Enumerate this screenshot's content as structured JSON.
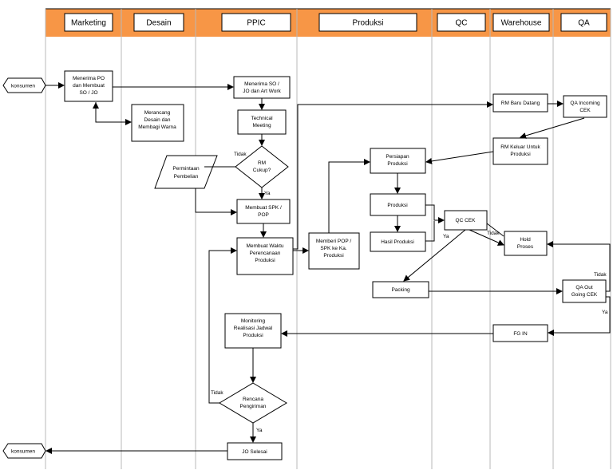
{
  "lanes": [
    {
      "id": "marketing",
      "label": "Marketing"
    },
    {
      "id": "desain",
      "label": "Desain"
    },
    {
      "id": "ppic",
      "label": "PPIC"
    },
    {
      "id": "produksi",
      "label": "Produksi"
    },
    {
      "id": "qc",
      "label": "QC"
    },
    {
      "id": "warehouse",
      "label": "Warehouse"
    },
    {
      "id": "qa",
      "label": "QA"
    }
  ],
  "terminals": {
    "konsumen_in": "konsumen",
    "konsumen_out": "konsumen"
  },
  "nodes": {
    "terima_po": [
      "Menerima PO",
      "dan Membuat",
      "SO / JO"
    ],
    "rancang_desain": [
      "Merancang",
      "Desain dan",
      "Membagi Warna"
    ],
    "terima_so": [
      "Menerima SO /",
      "JO dan Art Work"
    ],
    "technical_meeting": [
      "Technical",
      "Meeting"
    ],
    "rm_cukup": [
      "RM",
      "Cukup?"
    ],
    "permintaan_pembelian": [
      "Permintaan",
      "Pembelian"
    ],
    "buat_spk": [
      "Membuat SPK /",
      "POP"
    ],
    "buat_waktu": [
      "Membuat Waktu",
      "Perencanaan",
      "Produksi"
    ],
    "monitoring": [
      "Monitoring",
      "Realisasi Jadwal",
      "Produksi"
    ],
    "rencana_pengiriman": [
      "Rencana",
      "Pengiriman"
    ],
    "jo_selesai": [
      "JO Selesai"
    ],
    "beri_pop": [
      "Memberi POP /",
      "SPK ke Ka.",
      "Produksi"
    ],
    "persiapan": [
      "Persiapan",
      "Produksi"
    ],
    "produksi": [
      "Produksi"
    ],
    "hasil_produksi": [
      "Hasil Produksi"
    ],
    "packing": [
      "Packing"
    ],
    "qc_cek": [
      "QC CEK"
    ],
    "hold_proses": [
      "Hold",
      "Proses"
    ],
    "rm_datang": [
      "RM Baru Datang"
    ],
    "rm_keluar": [
      "RM Keluar Untuk",
      "Produksi"
    ],
    "fg_in": [
      "FG IN"
    ],
    "qa_incoming": [
      "QA Incoming",
      "CEK"
    ],
    "qa_outgoing": [
      "QA Out",
      "Going CEK"
    ]
  },
  "edge_labels": {
    "tidak": "Tidak",
    "ya": "Ya"
  },
  "colors": {
    "header_band": "#f79646",
    "lane_divider": "#b8b8b8",
    "line": "#000000"
  }
}
